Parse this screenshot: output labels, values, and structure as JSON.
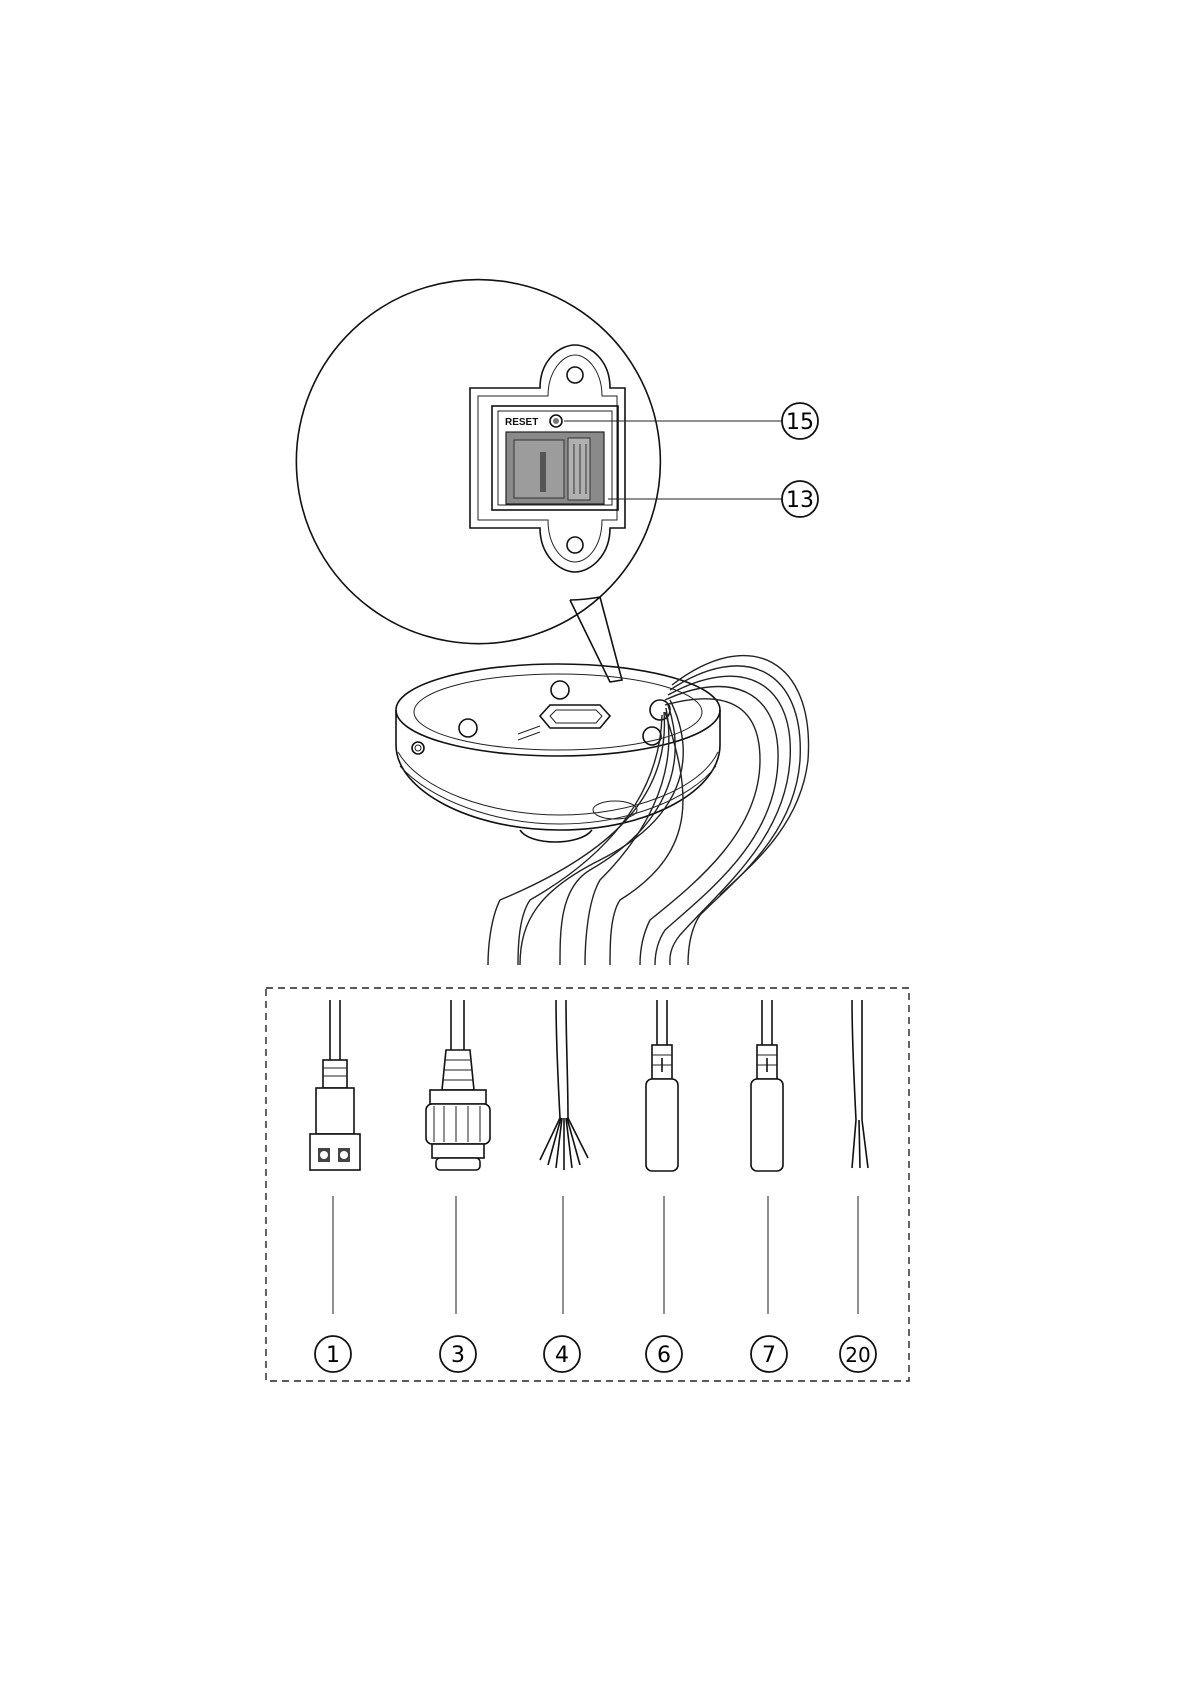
{
  "detail": {
    "reset_label": "RESET"
  },
  "callouts": [
    {
      "id": "15",
      "label": "15"
    },
    {
      "id": "13",
      "label": "13"
    }
  ],
  "connectors": [
    {
      "id": "1",
      "label": "1",
      "icon": "power-terminal-connector-icon"
    },
    {
      "id": "3",
      "label": "3",
      "icon": "network-rj45-connector-icon"
    },
    {
      "id": "4",
      "label": "4",
      "icon": "bare-wire-bundle-icon"
    },
    {
      "id": "6",
      "label": "6",
      "icon": "audio-in-connector-icon"
    },
    {
      "id": "7",
      "label": "7",
      "icon": "audio-out-connector-icon"
    },
    {
      "id": "20",
      "label": "20",
      "icon": "two-wire-cable-icon"
    }
  ],
  "colors": {
    "line": "#111111",
    "sd_slot_fill": "#8a8a8a",
    "background": "#ffffff"
  }
}
